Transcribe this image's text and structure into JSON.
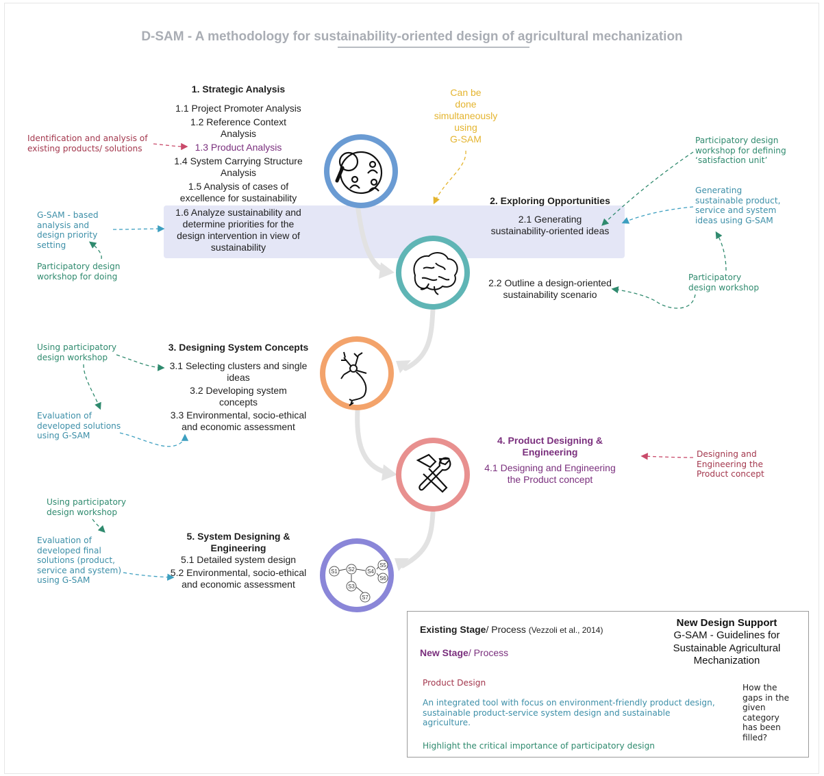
{
  "title": {
    "prefix": "D-SAM - A methodology for ",
    "underlined": "sustainability-oriented design of",
    "suffix": " agricultural mechanization"
  },
  "note_simultaneous": "Can be\ndone\nsimultaneously\nusing\nG-SAM",
  "stage1": {
    "heading": "1. Strategic Analysis",
    "items": [
      "1.1 Project Promoter Analysis",
      "1.2 Reference Context\nAnalysis",
      "1.3 Product Analysis",
      "1.4 System Carrying Structure\nAnalysis",
      "1.5 Analysis of cases of\nexcellence for sustainability",
      "1.6 Analyze sustainability and\ndetermine priorities for the\ndesign intervention in view of\nsustainability"
    ]
  },
  "stage2": {
    "heading": "2. Exploring Opportunities",
    "items": [
      "2.1 Generating\nsustainability-oriented ideas",
      "2.2 Outline a design-oriented\nsustainability scenario"
    ]
  },
  "stage3": {
    "heading": "3. Designing System Concepts",
    "items": [
      "3.1 Selecting clusters and single\nideas",
      "3.2 Developing system\nconcepts",
      "3.3 Environmental, socio-ethical\nand economic assessment"
    ]
  },
  "stage4": {
    "heading": "4. Product Designing &\nEngineering",
    "items": [
      "4.1 Designing and Engineering\nthe Product concept"
    ]
  },
  "stage5": {
    "heading": "5. System Designing &\nEngineering",
    "items": [
      "5.1 Detailed system design",
      "5.2 Environmental, socio-ethical\nand economic assessment"
    ]
  },
  "side_notes": {
    "identification": "Identification and analysis of\nexisting products/ solutions",
    "gsam_analysis": "G-SAM - based\nanalysis and\ndesign priority\nsetting",
    "workshop_doing": "Participatory design\nworkshop for doing",
    "workshop_satisfaction": "Participatory design\nworkshop for defining\n‘satisfaction unit’",
    "generating_ideas": "Generating\nsustainable product,\nservice and system\nideas using G-SAM",
    "workshop_2": "Participatory\ndesign workshop",
    "using_workshop_3": "Using participatory\ndesign workshop",
    "evaluation_3": "Evaluation of\ndeveloped solutions\nusing G-SAM",
    "designing_product": "Designing and\nEngineering the\nProduct concept",
    "using_workshop_5": "Using participatory\ndesign workshop",
    "evaluation_5": "Evaluation of\ndeveloped final\nsolutions (product,\nservice and system)\nusing G-SAM"
  },
  "network_nodes": [
    "S1",
    "S2",
    "S3",
    "S4",
    "S5",
    "S6",
    "S7"
  ],
  "icons": {
    "stage1": "magnifier-people-icon",
    "stage2": "brain-icon",
    "stage3": "neuron-icon",
    "stage4": "hammer-wrench-icon",
    "stage5": "system-network-icon"
  },
  "legend": {
    "existing_bold": "Existing Stage",
    "existing_rest": "/ Process",
    "existing_cite": "(Vezzoli et al., 2014)",
    "new_bold": "New Stage",
    "new_rest": "/ Process",
    "support_title": "New Design Support",
    "support_text": "G-SAM - Guidelines for\nSustainable Agricultural\nMechanization",
    "product_design": "Product Design",
    "integrated": "An integrated tool with focus on environment-friendly product design,\nsustainable product-service system design and sustainable\nagriculture.",
    "highlight": "Highlight the critical importance of participatory design",
    "gaps": "How the\ngaps in the\ngiven\ncategory\nhas been\nfilled?"
  },
  "colors": {
    "circle1": "#6a9bd3",
    "circle2": "#5fb5b5",
    "circle3": "#f3a36b",
    "circle4": "#e8908f",
    "circle5": "#8a86d8",
    "band": "#e4e6f6",
    "green": "#2f8a6e",
    "teal": "#3d8fa8",
    "red": "#a3374d",
    "purple": "#7a2f7d",
    "yellow": "#e4b42e"
  }
}
